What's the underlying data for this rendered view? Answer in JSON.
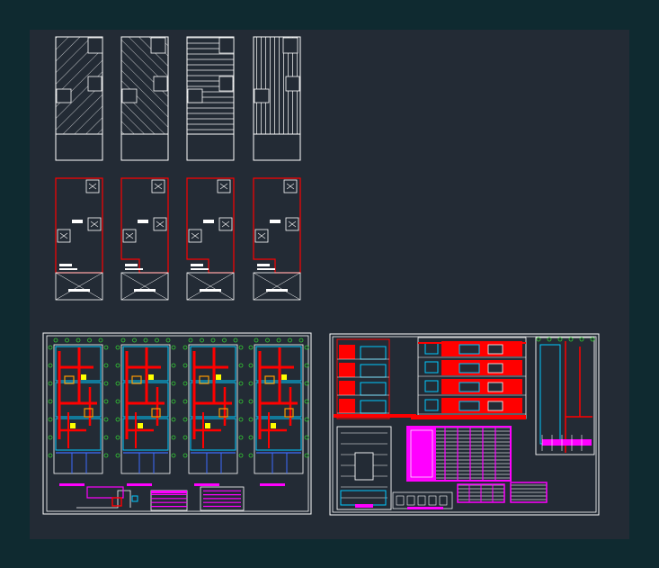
{
  "viewport": {
    "outer_background": "#0f2a30",
    "model_space_background": "#232b35"
  },
  "colors": {
    "outline": "#ffffff",
    "wall": "#ff0000",
    "annotation": "#ff00ff",
    "grid_bubble": "#33cc33",
    "cyan": "#00c8ff",
    "orange": "#ff9900",
    "yellow": "#ffff00"
  },
  "drawing": {
    "roof_plans": {
      "count": 4,
      "hatch_styles": [
        "diag-left",
        "diag-right",
        "horizontal",
        "vertical"
      ]
    },
    "floor_plans": {
      "count": 4
    },
    "sheet_left": {
      "units": 4,
      "tables": 2
    },
    "sheet_right": {
      "elevations": 2,
      "section": 1,
      "tables": 3
    }
  }
}
